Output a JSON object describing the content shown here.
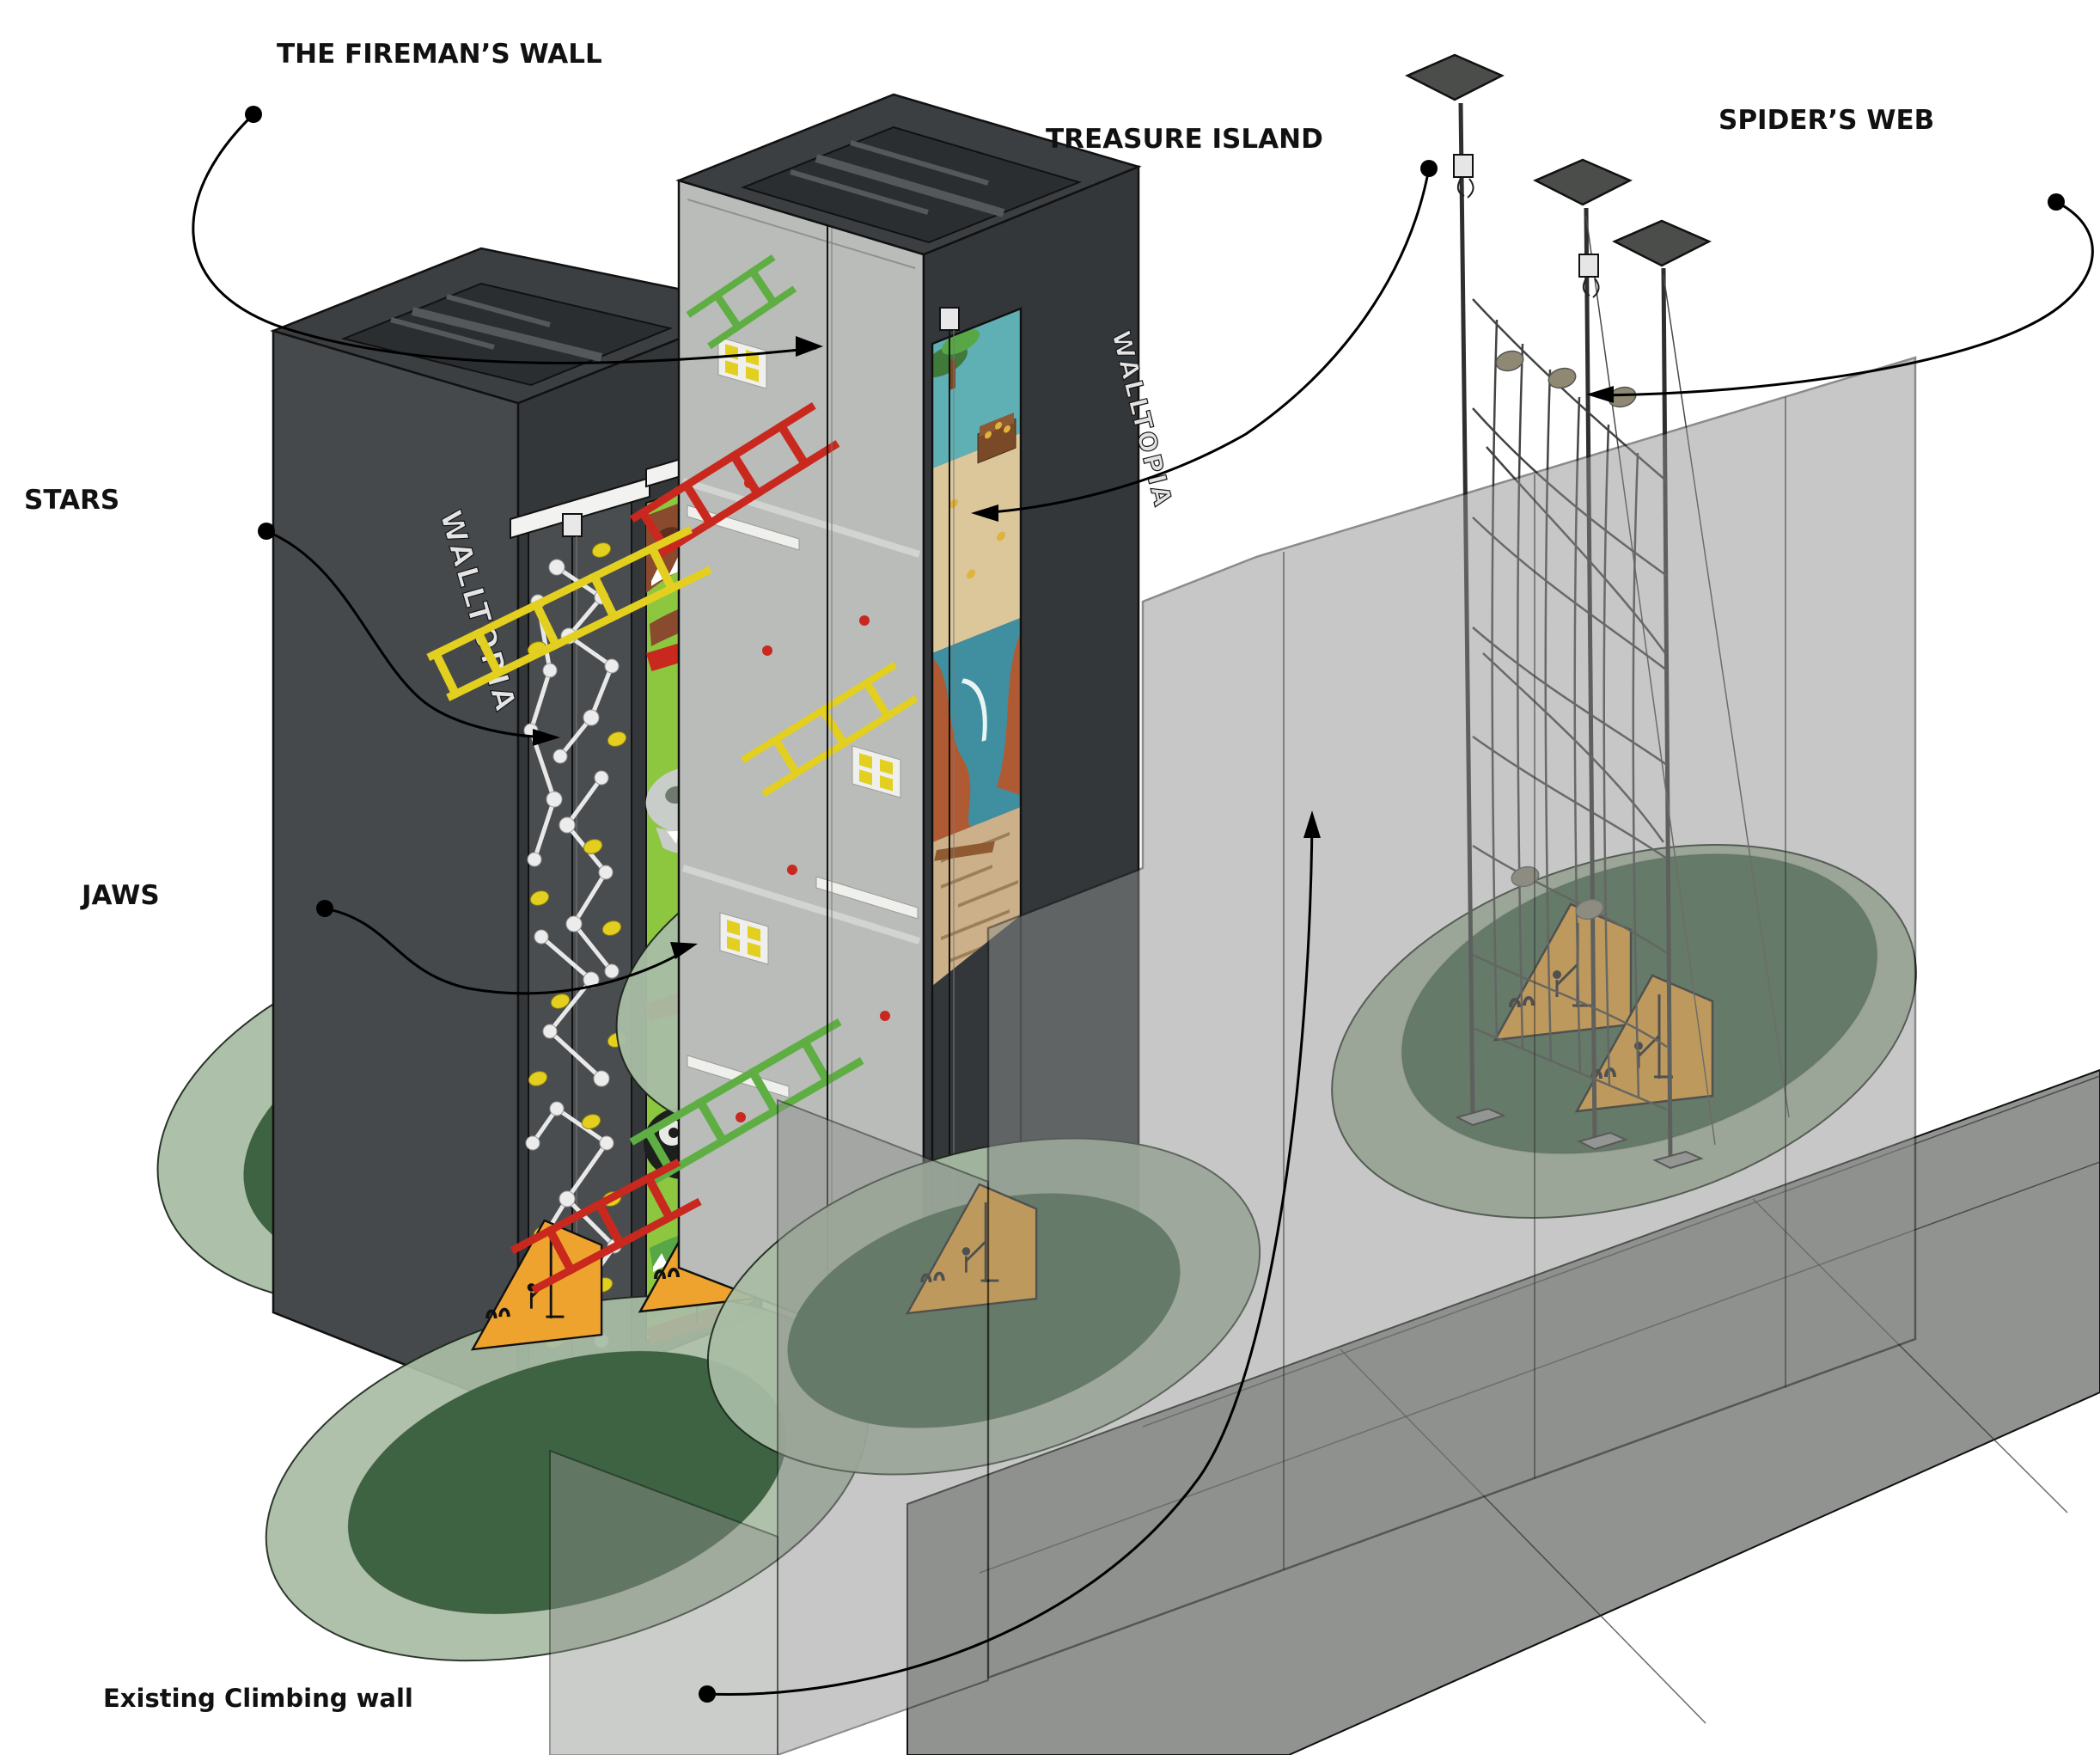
{
  "labels": {
    "fireman_wall": "THE FIREMAN’S WALL",
    "treasure_island": "TREASURE ISLAND",
    "spiders_web": "SPIDER’S WEB",
    "stars": "STARS",
    "jaws": "JAWS",
    "existing_wall": "Existing Climbing wall"
  },
  "branding": {
    "walltopia": "WALLTOPIA"
  },
  "colors": {
    "jaws-green": "#8dc63f",
    "stars-panel": "#4a4d50",
    "tower-dark": "#3c3f42",
    "tower-side": "#46494c",
    "accent-red": "#c9281e",
    "accent-yellow": "#e3cf1f",
    "ladder-green": "#5fae43",
    "mat-dark-green": "#3d6342",
    "mat-sage": "#a9bda5",
    "sign-orange": "#efa32f",
    "glass-gray": "#8e918e",
    "mural-teal": "#4a99a8",
    "label-black": "#111111"
  }
}
